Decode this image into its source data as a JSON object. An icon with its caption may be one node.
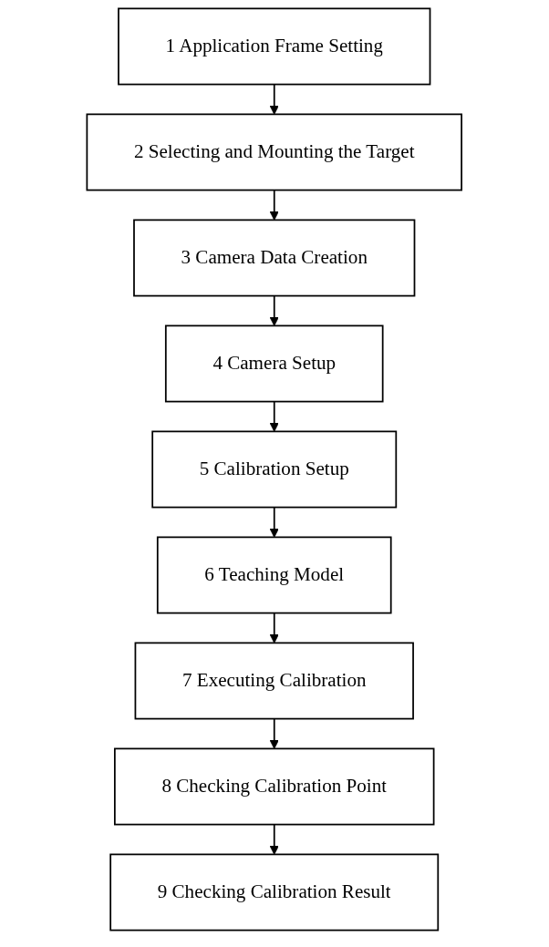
{
  "diagram": {
    "nodes": [
      {
        "text": [
          "1 Application Frame Setting"
        ]
      },
      {
        "text": [
          "2 Selecting and Mounting the Target"
        ]
      },
      {
        "text": [
          "3 Camera Data Creation"
        ]
      },
      {
        "text": [
          "4 Camera Setup"
        ]
      },
      {
        "text": [
          "5 Calibration Setup"
        ]
      },
      {
        "text": [
          "6 Teaching Model"
        ]
      },
      {
        "text": [
          "7 Executing Calibration"
        ]
      },
      {
        "text": [
          "8 Checking Calibration Point"
        ]
      },
      {
        "text": [
          "9 Checking Calibration Result"
        ]
      }
    ],
    "edges": [
      {
        "from": 0,
        "to": 1,
        "arrow": "to"
      },
      {
        "from": 1,
        "to": 2,
        "arrow": "to"
      },
      {
        "from": 2,
        "to": 3,
        "arrow": "to"
      },
      {
        "from": 3,
        "to": 4,
        "arrow": "to"
      },
      {
        "from": 4,
        "to": 5,
        "arrow": "to"
      },
      {
        "from": 5,
        "to": 6,
        "arrow": "to"
      },
      {
        "from": 6,
        "to": 7,
        "arrow": "to"
      },
      {
        "from": 7,
        "to": 8,
        "arrow": "to"
      }
    ]
  }
}
